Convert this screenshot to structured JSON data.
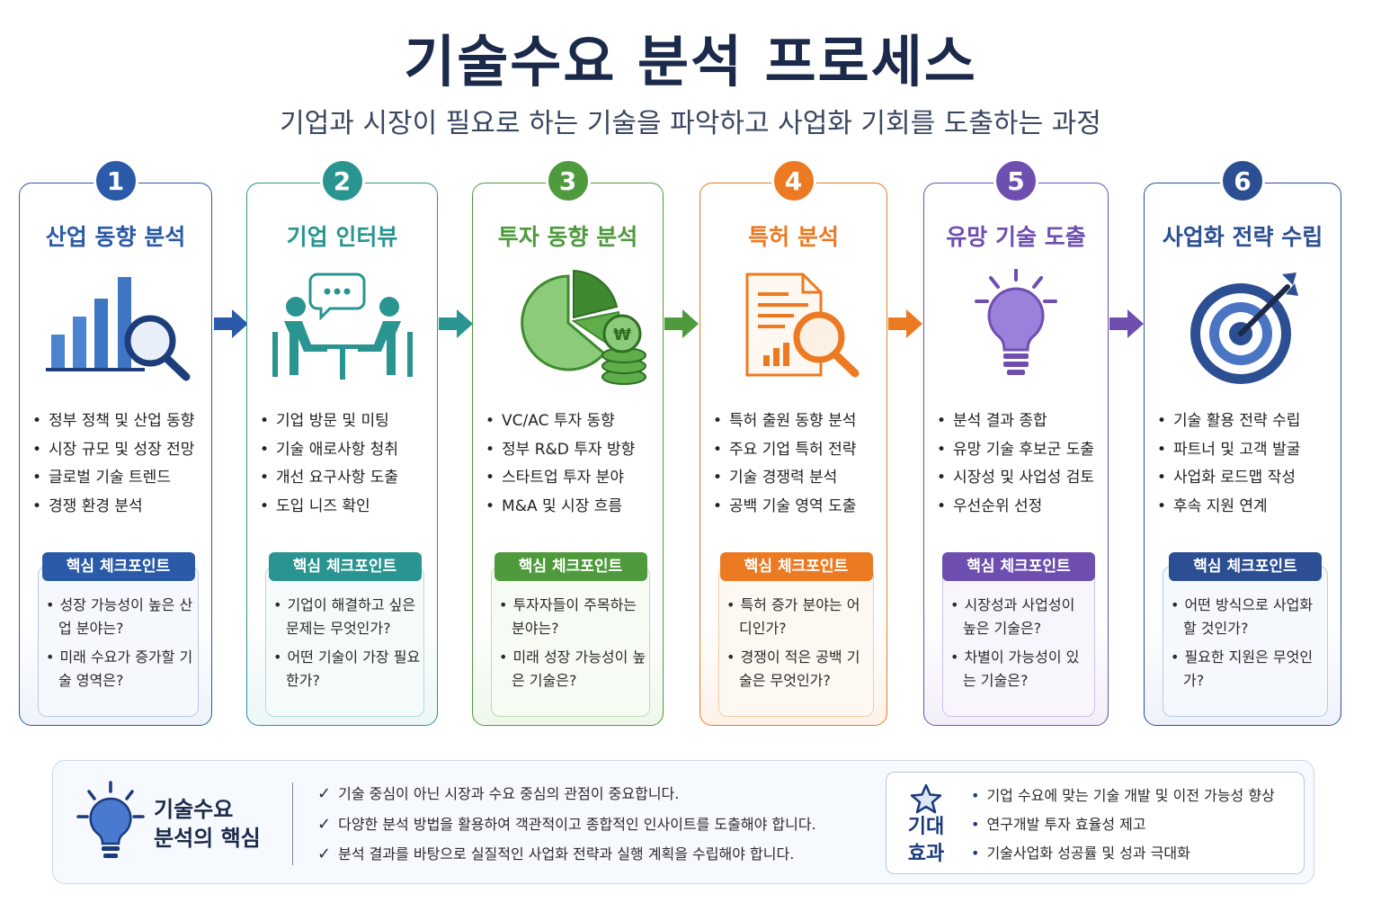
{
  "title": "기술수요 분석 프로세스",
  "subtitle": "기업과 시장이 필요로 하는 기술을 파악하고 사업화 기회를 도출하는 과정",
  "checkpoint_label": "핵심 체크포인트",
  "colors": {
    "step1": "#2a5aa8",
    "step2": "#2a9490",
    "step3": "#4e9a3c",
    "step4": "#ec7a22",
    "step5": "#6e4fb0",
    "step6": "#2c4f94",
    "navy": "#1b2a4a"
  },
  "steps": [
    {
      "number": "1",
      "title": "산업 동향 분석",
      "icon": "bar-chart-magnifier-icon",
      "bullets": [
        "정부 정책 및 산업 동향",
        "시장 규모 및 성장 전망",
        "글로벌 기술 트렌드",
        "경쟁 환경 분석"
      ],
      "checks": [
        "성장 가능성이 높은 산업 분야는?",
        "미래 수요가 증가할 기술 영역은?"
      ]
    },
    {
      "number": "2",
      "title": "기업 인터뷰",
      "icon": "interview-icon",
      "bullets": [
        "기업 방문 및 미팅",
        "기술 애로사항 청취",
        "개선 요구사항 도출",
        "도입 니즈 확인"
      ],
      "checks": [
        "기업이 해결하고 싶은 문제는 무엇인가?",
        "어떤 기술이 가장 필요한가?"
      ]
    },
    {
      "number": "3",
      "title": "투자 동향 분석",
      "icon": "pie-chart-coins-icon",
      "bullets": [
        "VC/AC 투자 동향",
        "정부 R&D 투자 방향",
        "스타트업 투자 분야",
        "M&A 및 시장 흐름"
      ],
      "checks": [
        "투자자들이 주목하는 분야는?",
        "미래 성장 가능성이 높은 기술은?"
      ]
    },
    {
      "number": "4",
      "title": "특허 분석",
      "icon": "document-magnifier-icon",
      "bullets": [
        "특허 출원 동향 분석",
        "주요 기업 특허 전략",
        "기술 경쟁력 분석",
        "공백 기술 영역 도출"
      ],
      "checks": [
        "특허 증가 분야는 어디인가?",
        "경쟁이 적은 공백 기술은 무엇인가?"
      ]
    },
    {
      "number": "5",
      "title": "유망 기술 도출",
      "icon": "lightbulb-icon",
      "bullets": [
        "분석 결과 종합",
        "유망 기술 후보군 도출",
        "시장성 및 사업성 검토",
        "우선순위 선정"
      ],
      "checks": [
        "시장성과 사업성이 높은 기술은?",
        "차별이 가능성이 있는 기술은?"
      ]
    },
    {
      "number": "6",
      "title": "사업화 전략 수립",
      "icon": "target-arrow-icon",
      "bullets": [
        "기술 활용 전략 수립",
        "파트너 및 고객 발굴",
        "사업화 로드맵 작성",
        "후속 지원 연계"
      ],
      "checks": [
        "어떤 방식으로 사업화할 것인가?",
        "필요한 지원은 무엇인가?"
      ]
    }
  ],
  "core": {
    "title_line1": "기술수요",
    "title_line2": "분석의 핵심",
    "icon": "lightbulb-icon",
    "check_icon": "✓",
    "items": [
      "기술 중심이 아닌 시장과 수요 중심의 관점이 중요합니다.",
      "다양한 분석 방법을 활용하여 객관적이고 종합적인 인사이트를 도출해야 합니다.",
      "분석 결과를 바탕으로 실질적인 사업화 전략과 실행 계획을 수립해야 합니다."
    ]
  },
  "effect": {
    "title_line1": "기대",
    "title_line2": "효과",
    "icon": "star-icon",
    "items": [
      "기업 수요에 맞는 기술 개발 및 이전 가능성 향상",
      "연구개발 투자 효율성 제고",
      "기술사업화 성공률 및 성과 극대화"
    ]
  }
}
